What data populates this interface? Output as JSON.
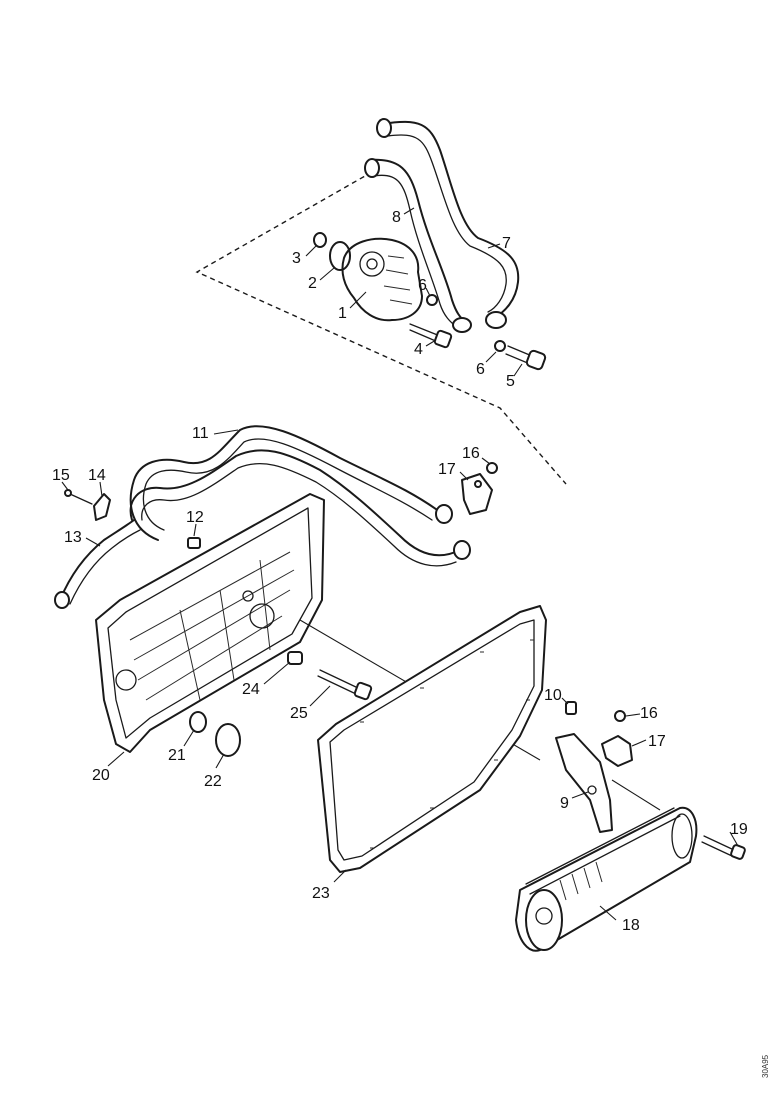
{
  "callouts": [
    {
      "n": "1"
    },
    {
      "n": "2"
    },
    {
      "n": "3"
    },
    {
      "n": "4"
    },
    {
      "n": "5"
    },
    {
      "n": "6"
    },
    {
      "n": "6"
    },
    {
      "n": "7"
    },
    {
      "n": "8"
    },
    {
      "n": "9"
    },
    {
      "n": "10"
    },
    {
      "n": "11"
    },
    {
      "n": "12"
    },
    {
      "n": "13"
    },
    {
      "n": "14"
    },
    {
      "n": "15"
    },
    {
      "n": "16"
    },
    {
      "n": "16"
    },
    {
      "n": "17"
    },
    {
      "n": "17"
    },
    {
      "n": "18"
    },
    {
      "n": "19"
    },
    {
      "n": "20"
    },
    {
      "n": "21"
    },
    {
      "n": "22"
    },
    {
      "n": "23"
    },
    {
      "n": "24"
    },
    {
      "n": "25"
    }
  ],
  "document_id": "30A95"
}
